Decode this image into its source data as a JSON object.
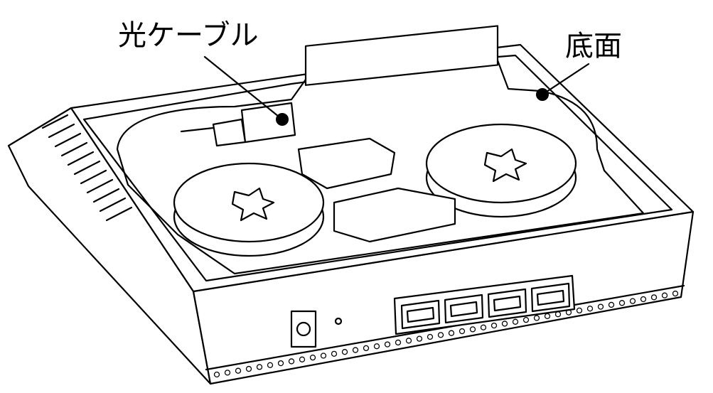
{
  "labels": {
    "optical_cable": "光ケーブル",
    "bottom_surface": "底面"
  },
  "colors": {
    "line": "#000000",
    "background": "#ffffff"
  },
  "device": {
    "lan_port_count": 4
  }
}
